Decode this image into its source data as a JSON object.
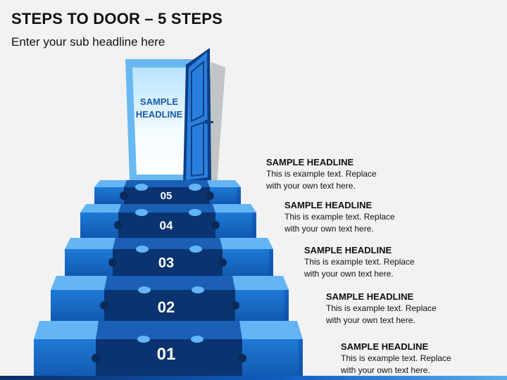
{
  "header": {
    "title": "STEPS TO DOOR – 5 STEPS",
    "subtitle": "Enter your sub headline here"
  },
  "door": {
    "label_line1": "SAMPLE",
    "label_line2": "HEADLINE"
  },
  "steps": [
    {
      "number": "01",
      "headline": "SAMPLE HEADLINE",
      "text": "This is example text. Replace with your own text here."
    },
    {
      "number": "02",
      "headline": "SAMPLE HEADLINE",
      "text": "This is example text. Replace with your own text here."
    },
    {
      "number": "03",
      "headline": "SAMPLE HEADLINE",
      "text": "This is example text. Replace with your own text here."
    },
    {
      "number": "04",
      "headline": "SAMPLE HEADLINE",
      "text": "This is example text. Replace with your own text here."
    },
    {
      "number": "05",
      "headline": "SAMPLE HEADLINE",
      "text": "This is example text. Replace with your own text here."
    }
  ],
  "colors": {
    "step_front": "#1565c0",
    "step_top": "#64b5f6",
    "step_side": "#0d47a1",
    "center_panel": "#0a3470",
    "connector_knob": "#0a2a5a",
    "door_glow": "#dff3ff",
    "door_panel": "#1e6fd0"
  }
}
